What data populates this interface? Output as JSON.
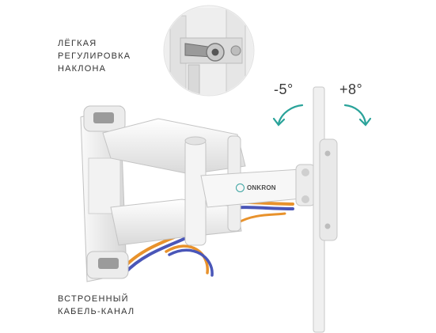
{
  "captions": {
    "tilt": [
      "ЛЁГКАЯ",
      "РЕГУЛИРОВКА",
      "НАКЛОНА"
    ],
    "cable": [
      "ВСТРОЕННЫЙ",
      "КАБЕЛЬ-КАНАЛ"
    ]
  },
  "tilt_angles": {
    "down": "-5°",
    "up": "+8°"
  },
  "brand": "ONKRON",
  "colors": {
    "accent_arrow": "#2aa39a",
    "mount_white": "#f1f1f1",
    "cable_orange": "#e8922c",
    "cable_blue": "#4a56b8"
  },
  "icons": [
    "curved-arrow-down-left-icon",
    "curved-arrow-down-right-icon",
    "onkron-logo-icon"
  ]
}
